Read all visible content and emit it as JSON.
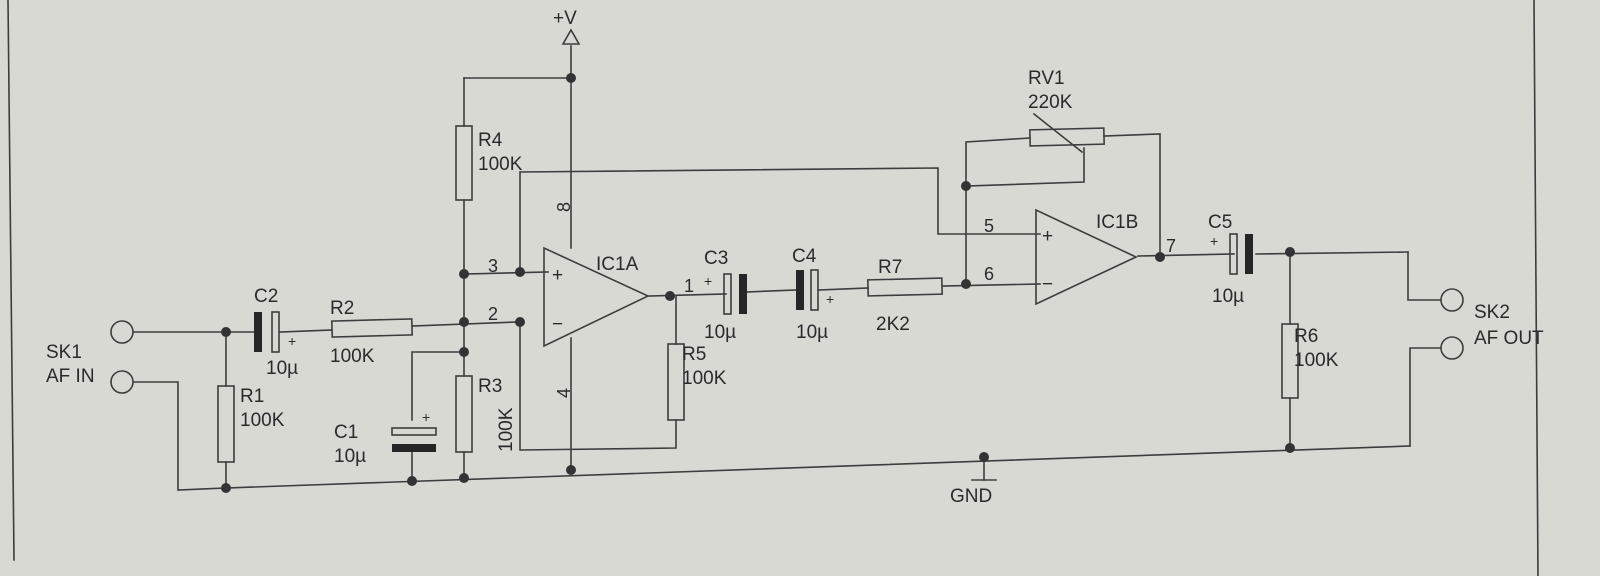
{
  "supply": {
    "vplus": "+V",
    "ground": "GND"
  },
  "connectors": {
    "sk1": {
      "ref": "SK1",
      "label": "AF IN"
    },
    "sk2": {
      "ref": "SK2",
      "label": "AF OUT"
    }
  },
  "resistors": {
    "r1": {
      "ref": "R1",
      "value": "100K"
    },
    "r2": {
      "ref": "R2",
      "value": "100K"
    },
    "r3": {
      "ref": "R3",
      "value": "100K"
    },
    "r4": {
      "ref": "R4",
      "value": "100K"
    },
    "r5": {
      "ref": "R5",
      "value": "100K"
    },
    "r6": {
      "ref": "R6",
      "value": "100K"
    },
    "r7": {
      "ref": "R7",
      "value": "2K2"
    },
    "rv1": {
      "ref": "RV1",
      "value": "220K"
    }
  },
  "capacitors": {
    "c1": {
      "ref": "C1",
      "value": "10µ"
    },
    "c2": {
      "ref": "C2",
      "value": "10µ"
    },
    "c3": {
      "ref": "C3",
      "value": "10µ"
    },
    "c4": {
      "ref": "C4",
      "value": "10µ"
    },
    "c5": {
      "ref": "C5",
      "value": "10µ"
    },
    "polarity": "+"
  },
  "opamps": {
    "ic1a": {
      "ref": "IC1A",
      "plus": "+",
      "minus": "−",
      "pins": {
        "noninv": "3",
        "inv": "2",
        "out": "1",
        "vcc": "8",
        "gnd": "4"
      }
    },
    "ic1b": {
      "ref": "IC1B",
      "plus": "+",
      "minus": "−",
      "pins": {
        "noninv": "5",
        "inv": "6",
        "out": "7"
      }
    }
  }
}
